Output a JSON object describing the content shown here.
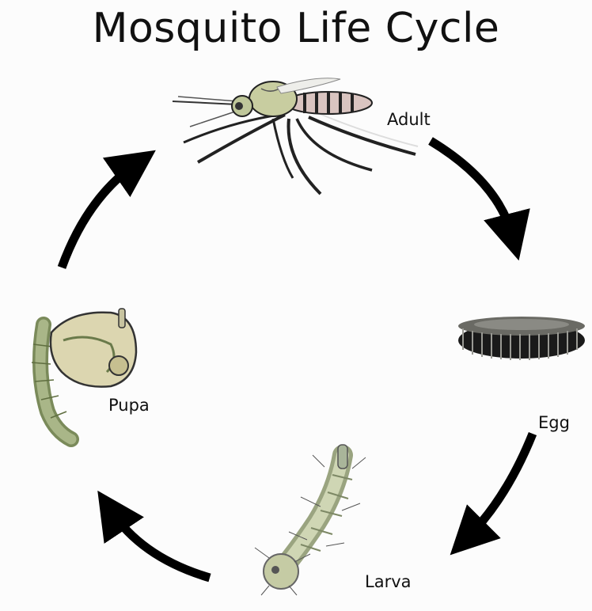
{
  "title": "Mosquito Life Cycle",
  "stages": {
    "adult": "Adult",
    "egg": "Egg",
    "larva": "Larva",
    "pupa": "Pupa"
  },
  "colors": {
    "background": "#fcfcfc",
    "arrow": "#000000",
    "insect_body": "#d8d4b4",
    "insect_green": "#a9b688",
    "egg_raft": "#222222"
  },
  "icons": [
    "adult-mosquito-illustration",
    "egg-raft-illustration",
    "larva-illustration",
    "pupa-illustration"
  ]
}
